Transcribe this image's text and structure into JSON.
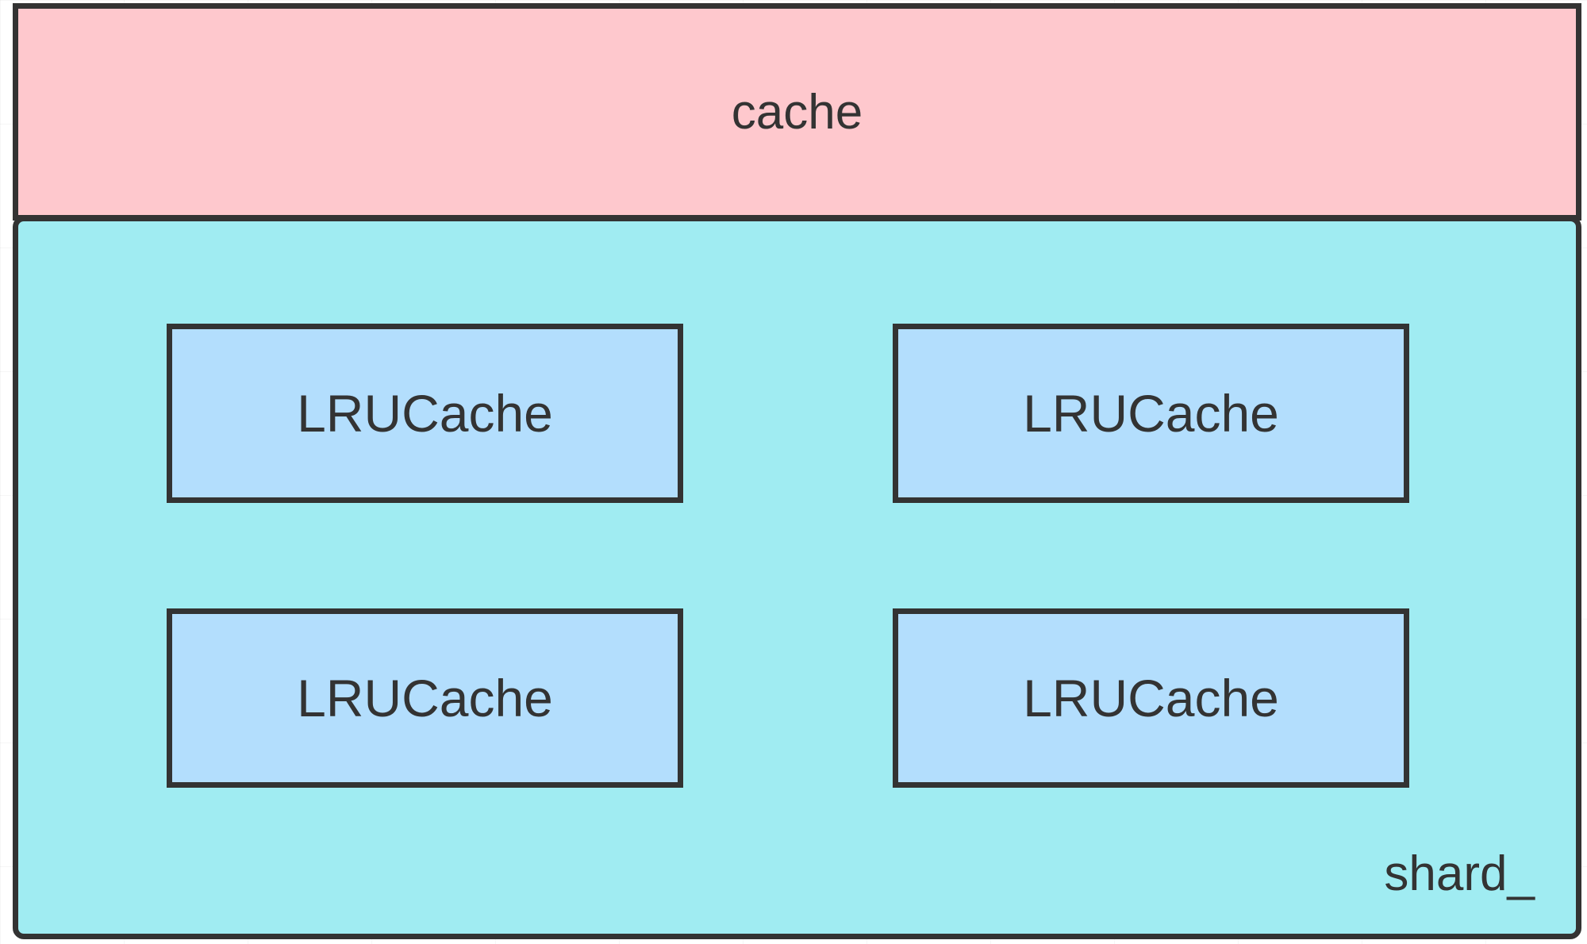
{
  "diagram": {
    "cache_label": "cache",
    "shard_label": "shard_",
    "lru_caches": [
      {
        "label": "LRUCache"
      },
      {
        "label": "LRUCache"
      },
      {
        "label": "LRUCache"
      },
      {
        "label": "LRUCache"
      }
    ]
  },
  "colors": {
    "cache_fill": "#fec8cd",
    "shard_fill": "#a0ecf2",
    "lru_fill": "#b3defd",
    "stroke": "#333333"
  }
}
